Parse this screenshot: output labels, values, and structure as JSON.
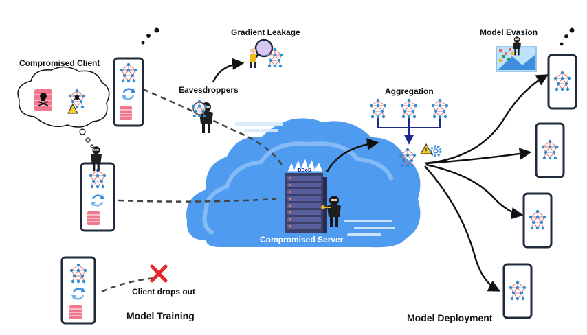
{
  "labels": {
    "compromised_client": "Compromised Client",
    "gradient_leakage": "Gradient Leakage",
    "eavesdroppers": "Eavesdroppers",
    "aggregation": "Aggregation",
    "model_evasion": "Model Evasion",
    "compromised_server": "Compromised Server",
    "ddos": "DDoS",
    "client_drops_out": "Client drops out",
    "model_training": "Model Training",
    "model_deployment": "Model Deployment"
  },
  "colors": {
    "cloud": "#4f9bef",
    "cloud_light": "#d9ebfd",
    "phone": "#1e2a3a",
    "network_node": "#2b8fd6",
    "network_edge": "#d94f4f",
    "database": "#f2788f",
    "sync": "#3e8ee0",
    "cross": "#e6262a",
    "arrow": "#111111",
    "aggregation_arrow": "#1b2a8c"
  },
  "icons": [
    "phone-icon",
    "neural-net-icon",
    "database-icon",
    "sync-icon",
    "hacker-icon",
    "server-rack-icon",
    "magnifier-icon",
    "warning-icon",
    "gear-icon",
    "skull-icon",
    "bug-icon",
    "image-icon",
    "cross-icon"
  ]
}
